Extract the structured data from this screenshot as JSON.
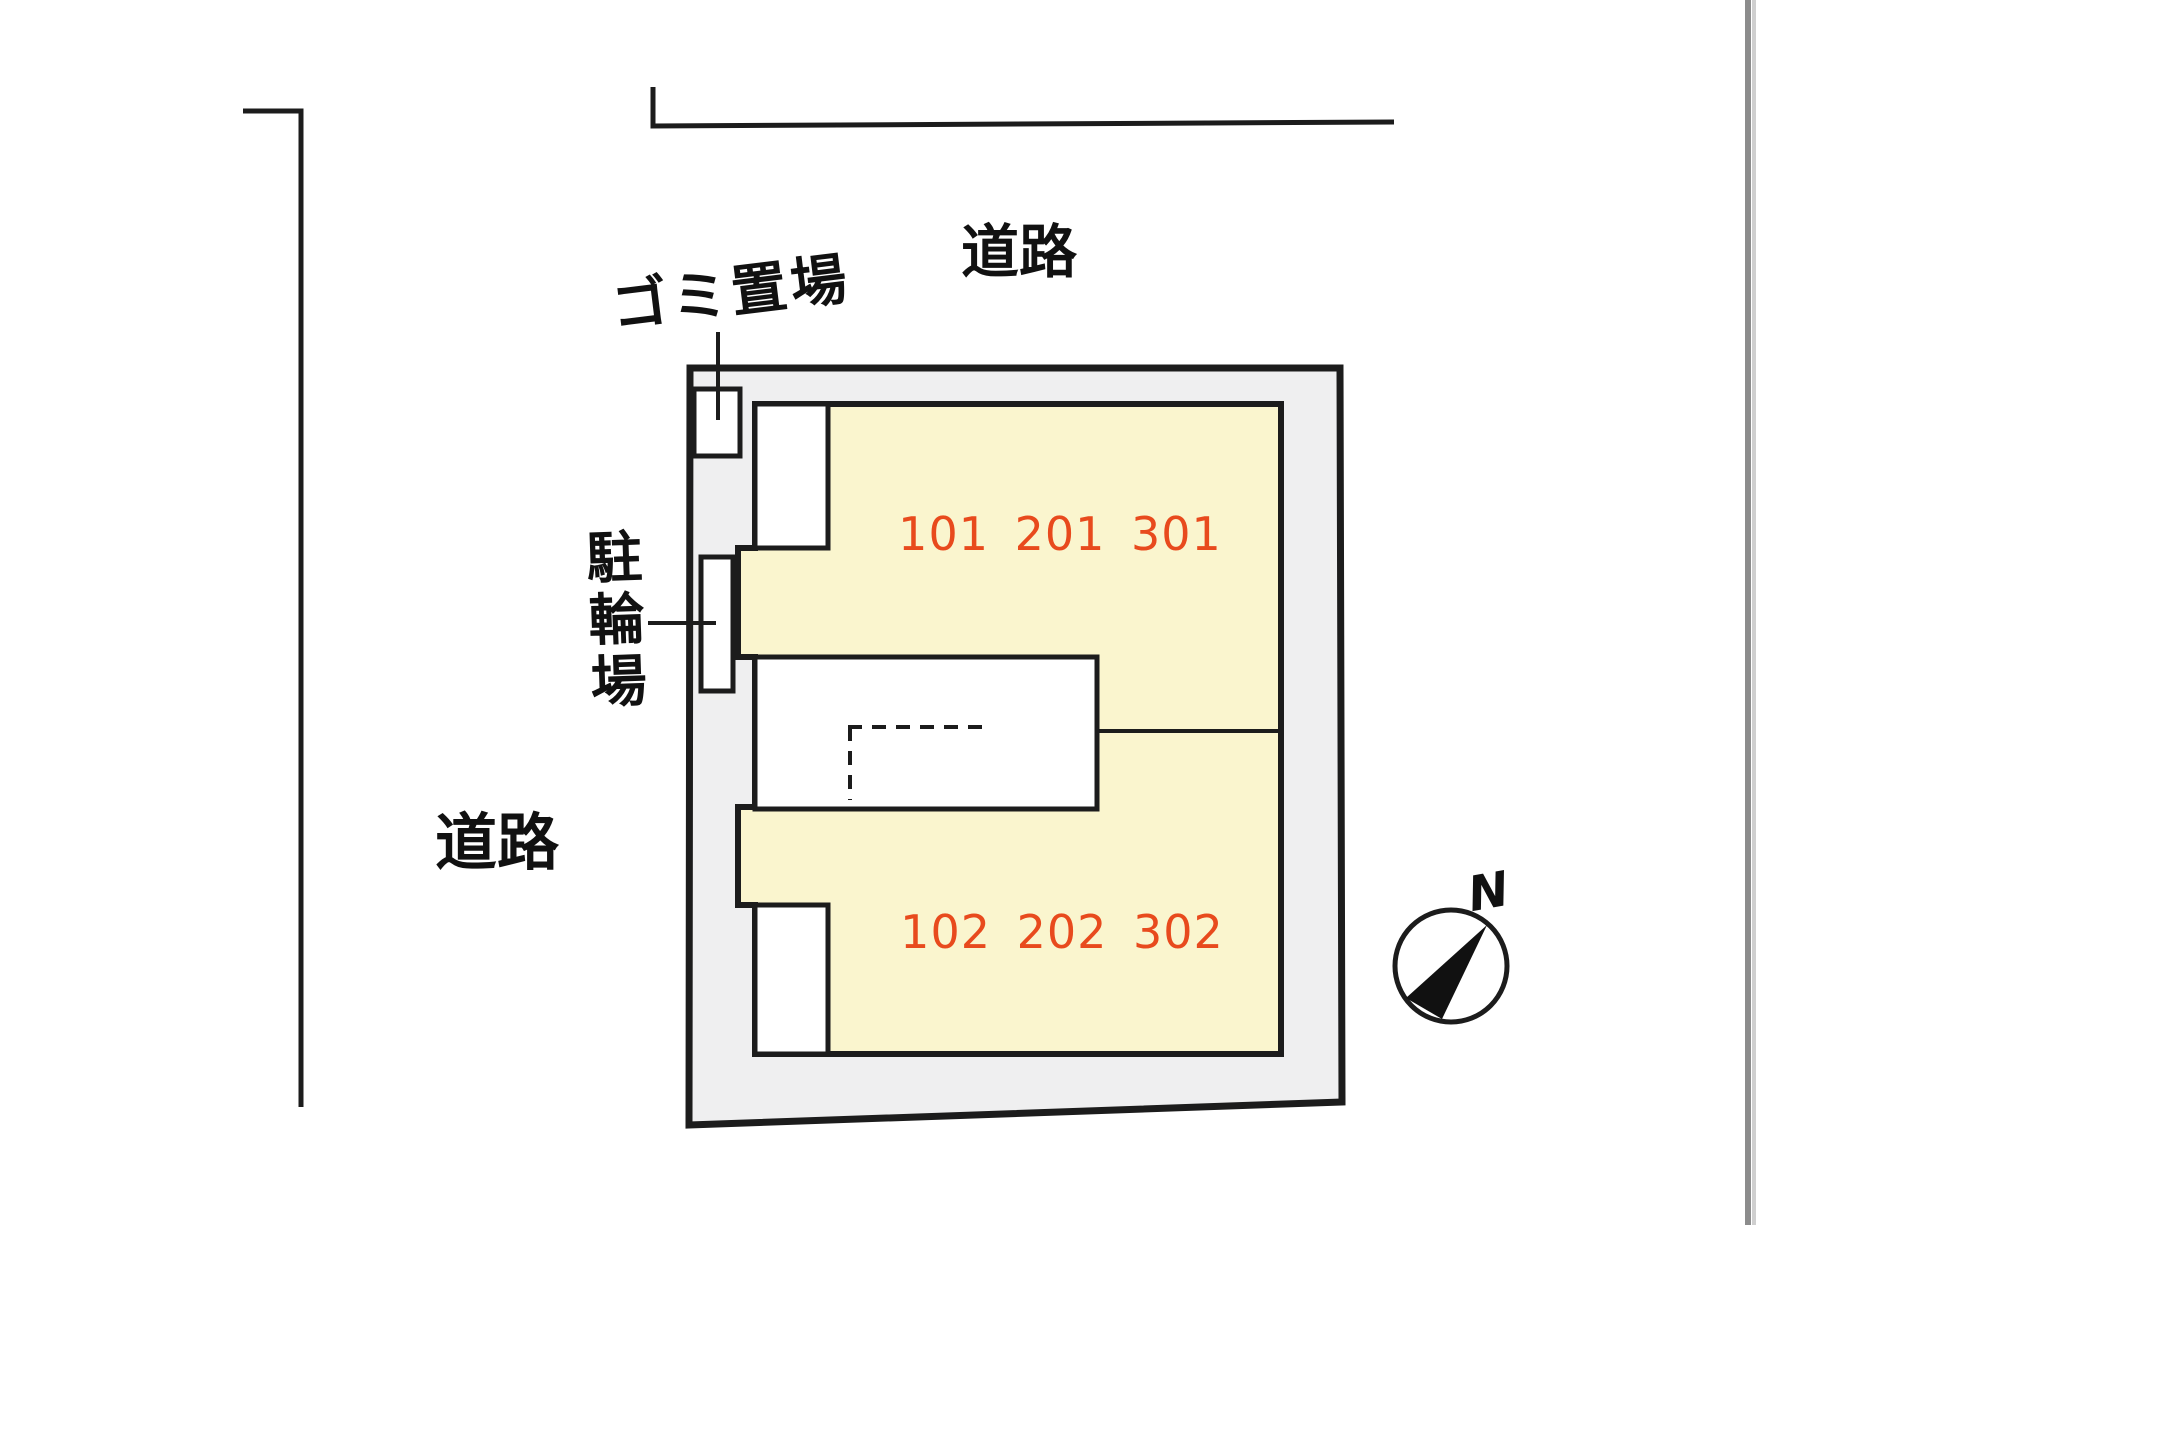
{
  "labels": {
    "road_top": "道路",
    "road_left": "道路",
    "garbage_area": "ゴミ置場",
    "bicycle_parking": "駐輪場",
    "units_upper": "101 201 301",
    "units_lower": "102 202 302",
    "compass_north": "N"
  },
  "colors": {
    "site_fill": "#EFEFF0",
    "building_fill": "#FAF5CE",
    "unit_text": "#E84A1D",
    "line": "#1C1C1C",
    "edge_gray": "#8C8C8C",
    "edge_gray_light": "#CFCFCF"
  }
}
